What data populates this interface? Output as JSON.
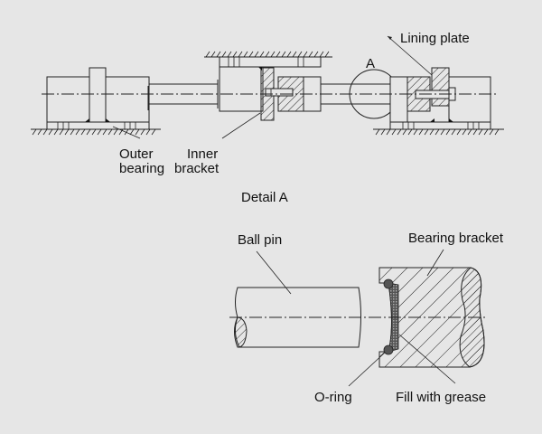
{
  "diagram": {
    "top_view": {
      "labels": {
        "outer_bearing": [
          "Outer",
          "bearing"
        ],
        "inner_bracket": [
          "Inner",
          "bracket"
        ],
        "lining_plate": "Lining plate",
        "detail_marker": "A"
      }
    },
    "detail": {
      "title": "Detail A",
      "labels": {
        "ball_pin": "Ball pin",
        "bearing_bracket": "Bearing bracket",
        "o_ring": "O-ring",
        "fill_with_grease": "Fill with grease"
      }
    }
  }
}
